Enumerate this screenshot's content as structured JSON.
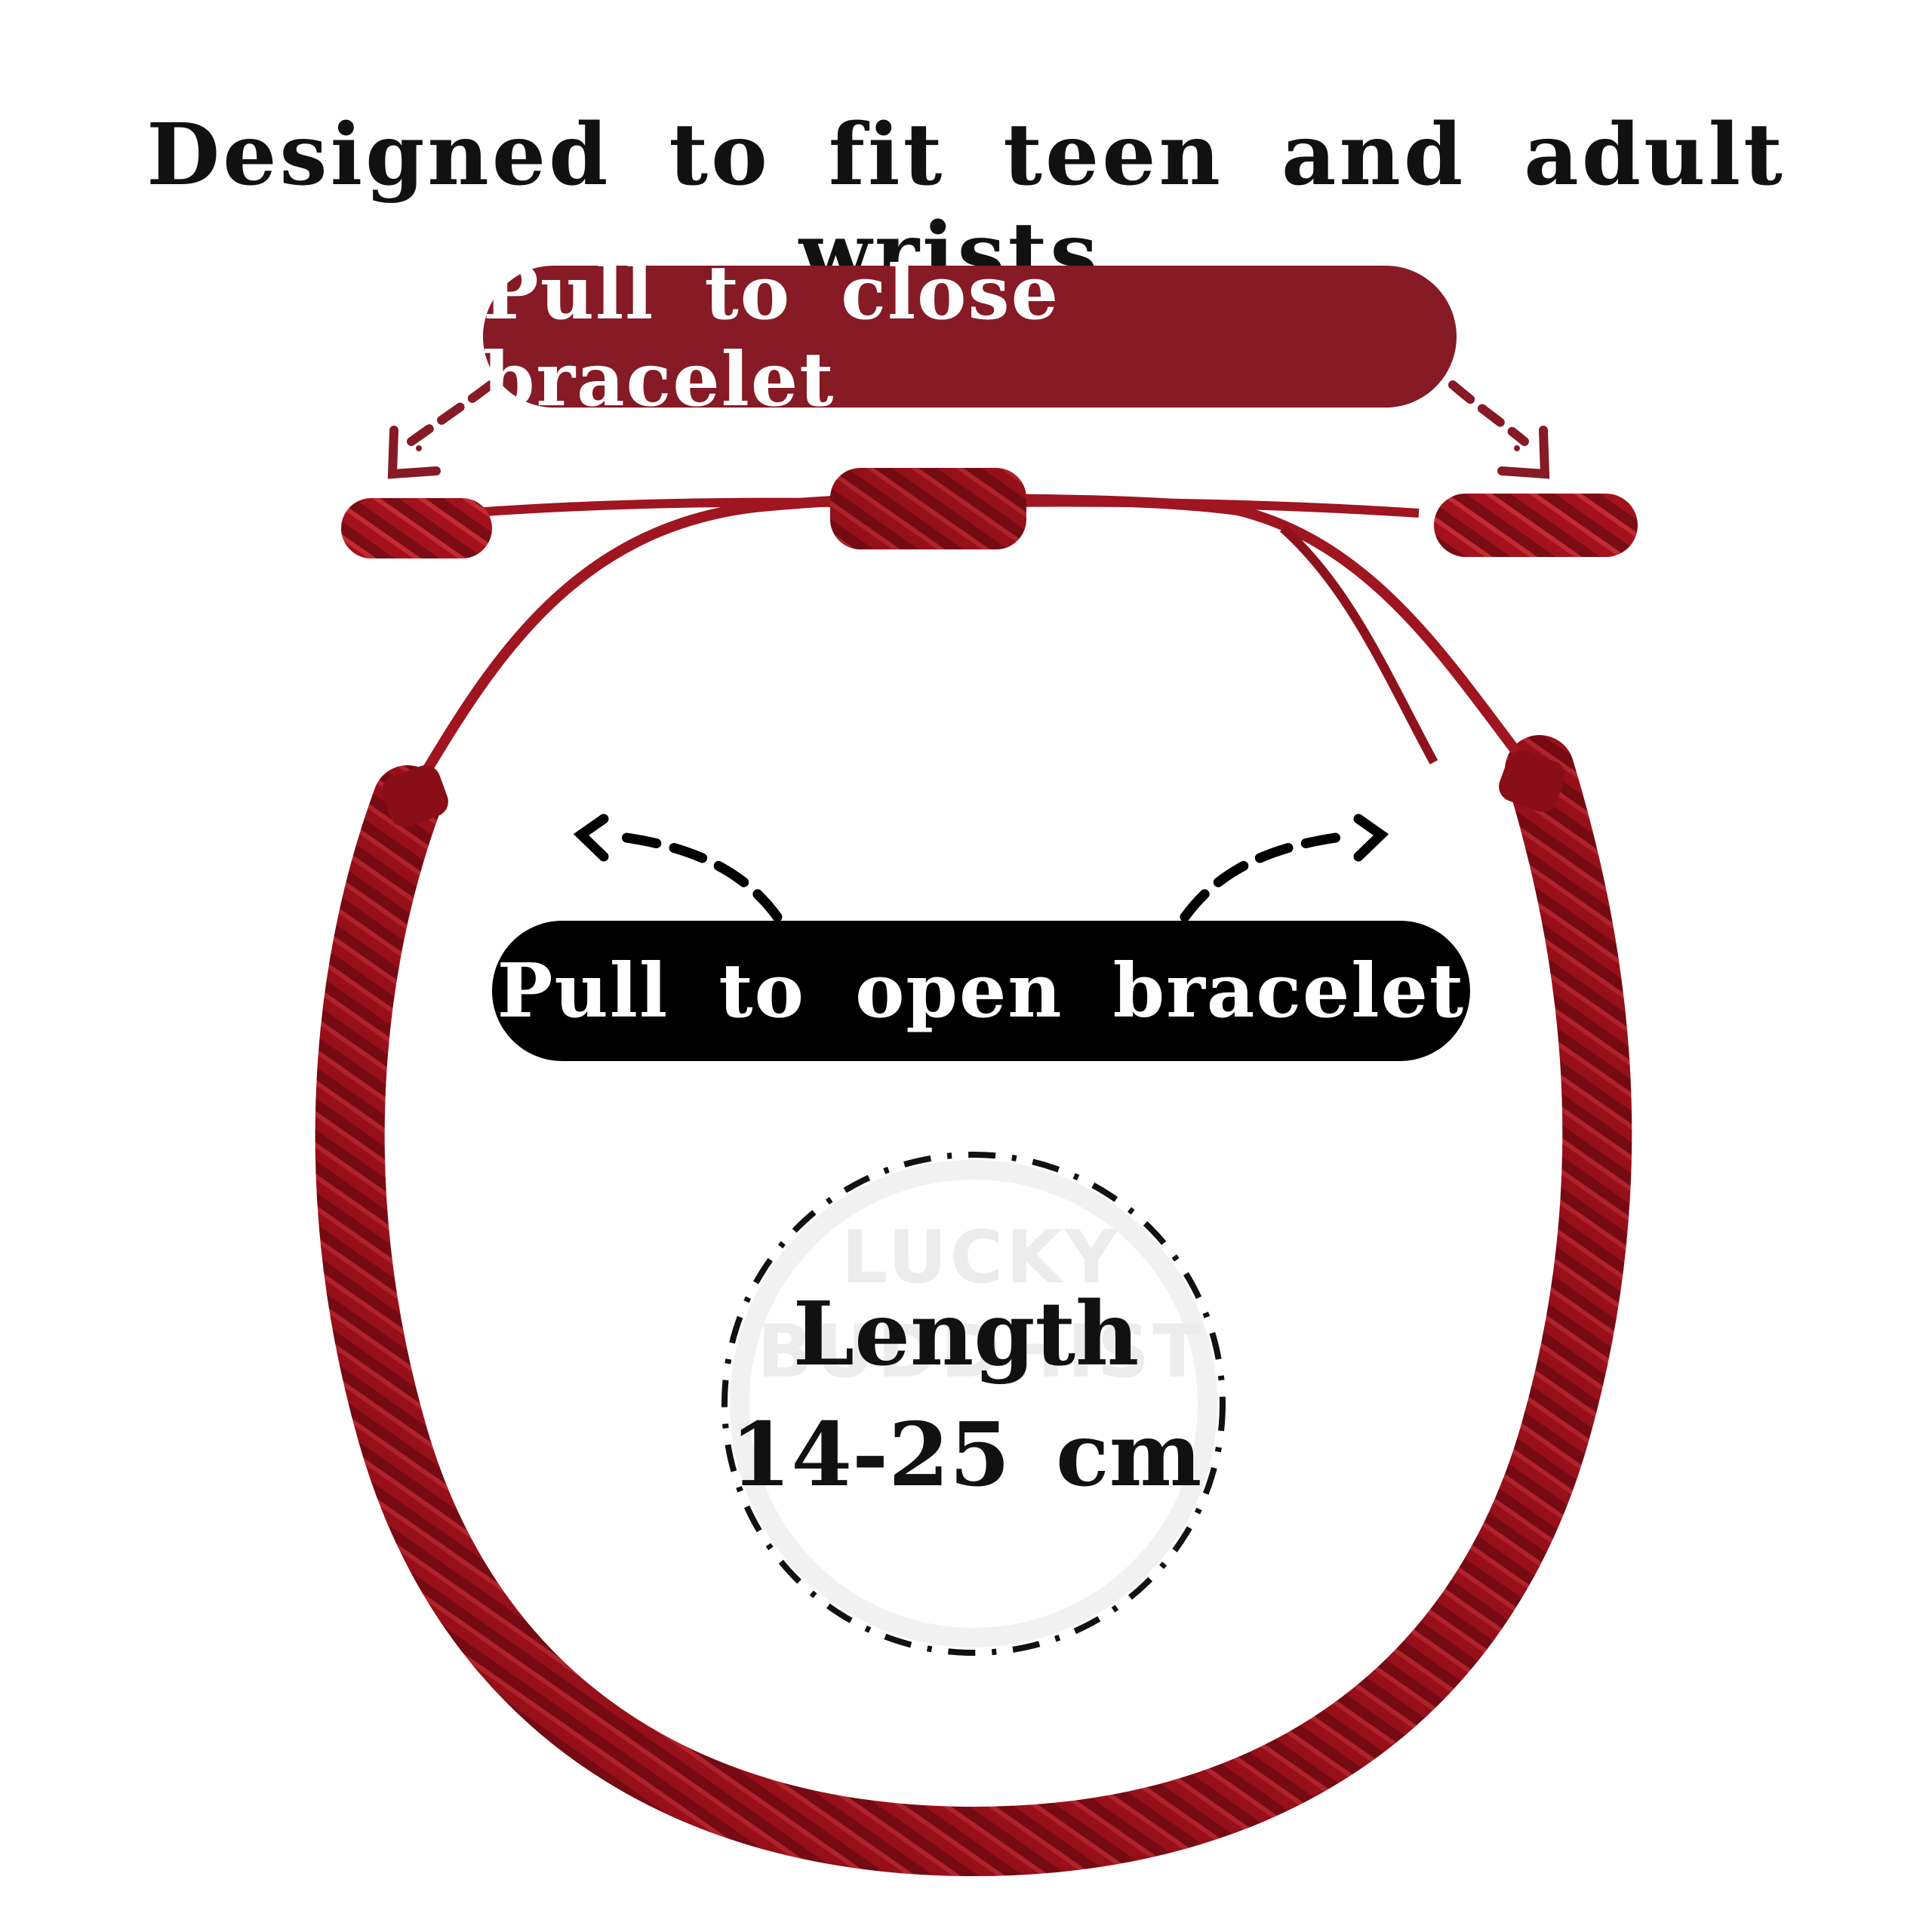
{
  "headline": "Designed to fit teen and adult wrists.",
  "callouts": {
    "close": "Pull to close bracelet",
    "open": "Pull to open bracelet"
  },
  "length": {
    "label": "Length",
    "value": "14-25 cm"
  },
  "watermark": {
    "line1": "LUCKY",
    "line2": "BUDDHIST"
  },
  "colors": {
    "bracelet_red": "#a3121c",
    "close_pill": "#861a25",
    "open_pill": "#000000",
    "text_dark": "#111111"
  },
  "icons": [
    "dashed-arrow-icon",
    "dashed-circle-icon",
    "bracelet-image"
  ]
}
